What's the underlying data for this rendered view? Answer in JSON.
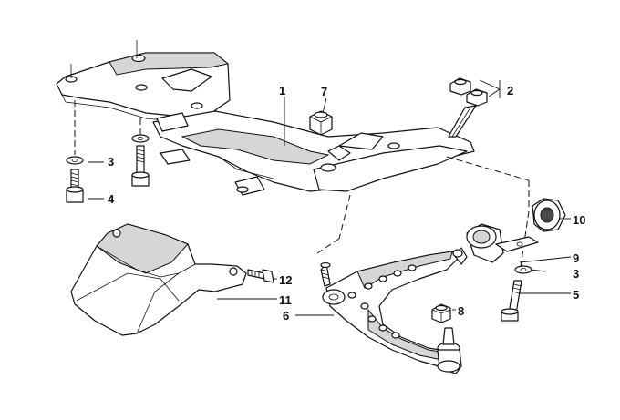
{
  "callouts": {
    "c1": "1",
    "c2": "2",
    "c3a": "3",
    "c3b": "3",
    "c4": "4",
    "c5": "5",
    "c6": "6",
    "c7": "7",
    "c8": "8",
    "c9": "9",
    "c10": "10",
    "c11": "11",
    "c12": "12"
  },
  "colors": {
    "line": "#111111",
    "shade": "#d6d6d6",
    "background": "#ffffff"
  }
}
